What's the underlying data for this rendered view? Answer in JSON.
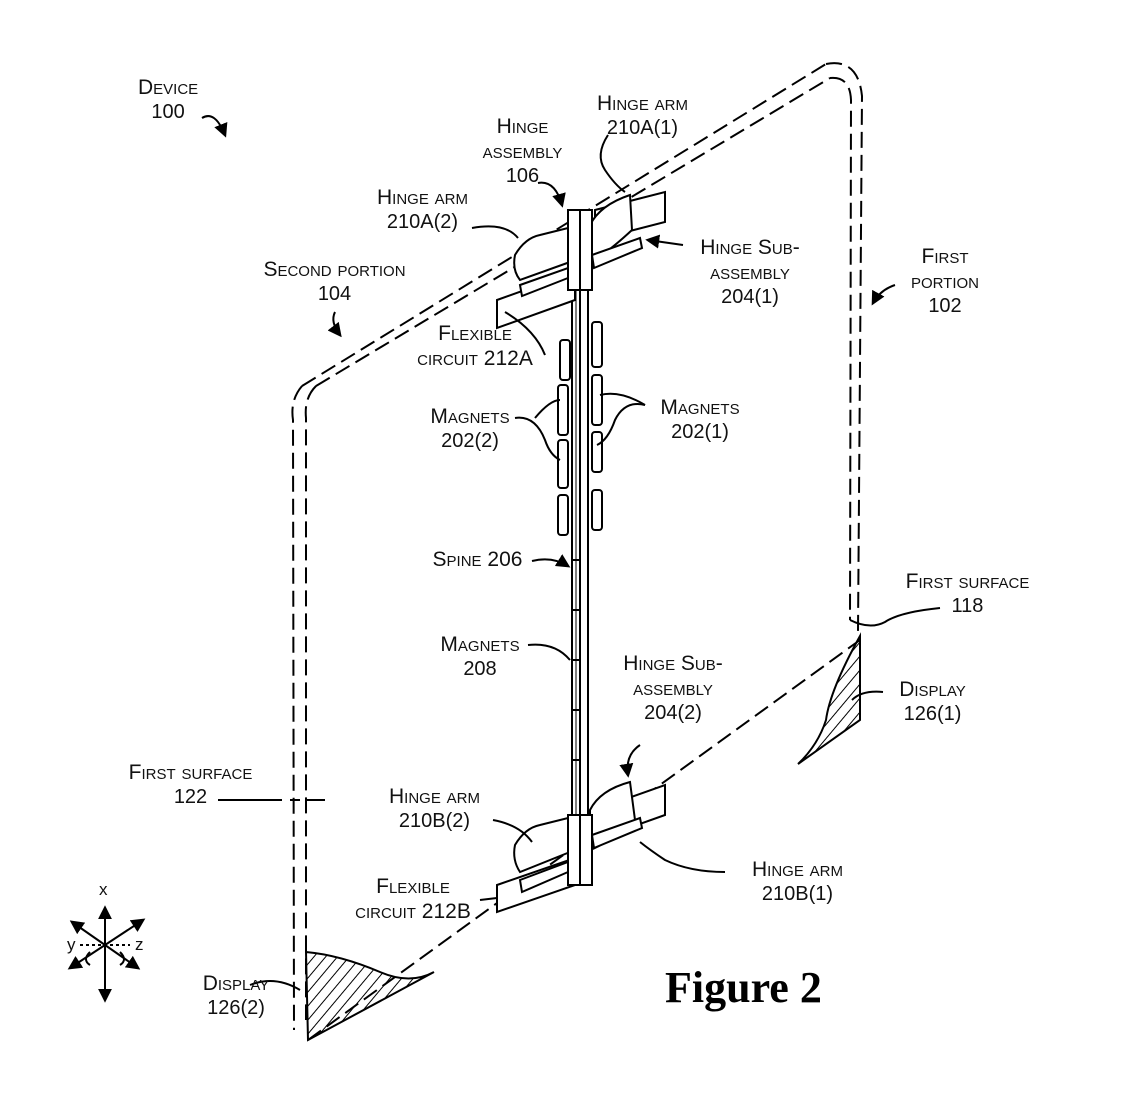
{
  "figure_title": "Figure 2",
  "labels": {
    "device": {
      "name": "Device",
      "ref": "100"
    },
    "hinge_assembly": {
      "line1": "Hinge",
      "line2": "assembly",
      "ref": "106"
    },
    "hinge_arm_a1": {
      "name": "Hinge arm",
      "ref": "210A(1)"
    },
    "hinge_arm_a2": {
      "name": "Hinge arm",
      "ref": "210A(2)"
    },
    "hinge_sub_1": {
      "line1": "Hinge Sub-",
      "line2": "assembly",
      "ref": "204(1)"
    },
    "second_portion": {
      "name": "Second portion",
      "ref": "104"
    },
    "first_portion": {
      "line1": "First",
      "line2": "portion",
      "ref": "102"
    },
    "flex_a": {
      "line1": "Flexible",
      "line2": "circuit 212A"
    },
    "magnets_2": {
      "name": "Magnets",
      "ref": "202(2)"
    },
    "magnets_1": {
      "name": "Magnets",
      "ref": "202(1)"
    },
    "spine": {
      "text": "Spine 206"
    },
    "magnets_208": {
      "name": "Magnets",
      "ref": "208"
    },
    "first_surface_118": {
      "name": "First surface",
      "ref": "118"
    },
    "display_1": {
      "name": "Display",
      "ref": "126(1)"
    },
    "hinge_sub_2": {
      "line1": "Hinge Sub-",
      "line2": "assembly",
      "ref": "204(2)"
    },
    "first_surface_122": {
      "name": "First surface",
      "ref": "122"
    },
    "hinge_arm_b2": {
      "name": "Hinge arm",
      "ref": "210B(2)"
    },
    "hinge_arm_b1": {
      "name": "Hinge arm",
      "ref": "210B(1)"
    },
    "flex_b": {
      "line1": "Flexible",
      "line2": "circuit 212B"
    },
    "display_2": {
      "name": "Display",
      "ref": "126(2)"
    }
  },
  "axes": {
    "x": "x",
    "y": "y",
    "z": "z"
  }
}
